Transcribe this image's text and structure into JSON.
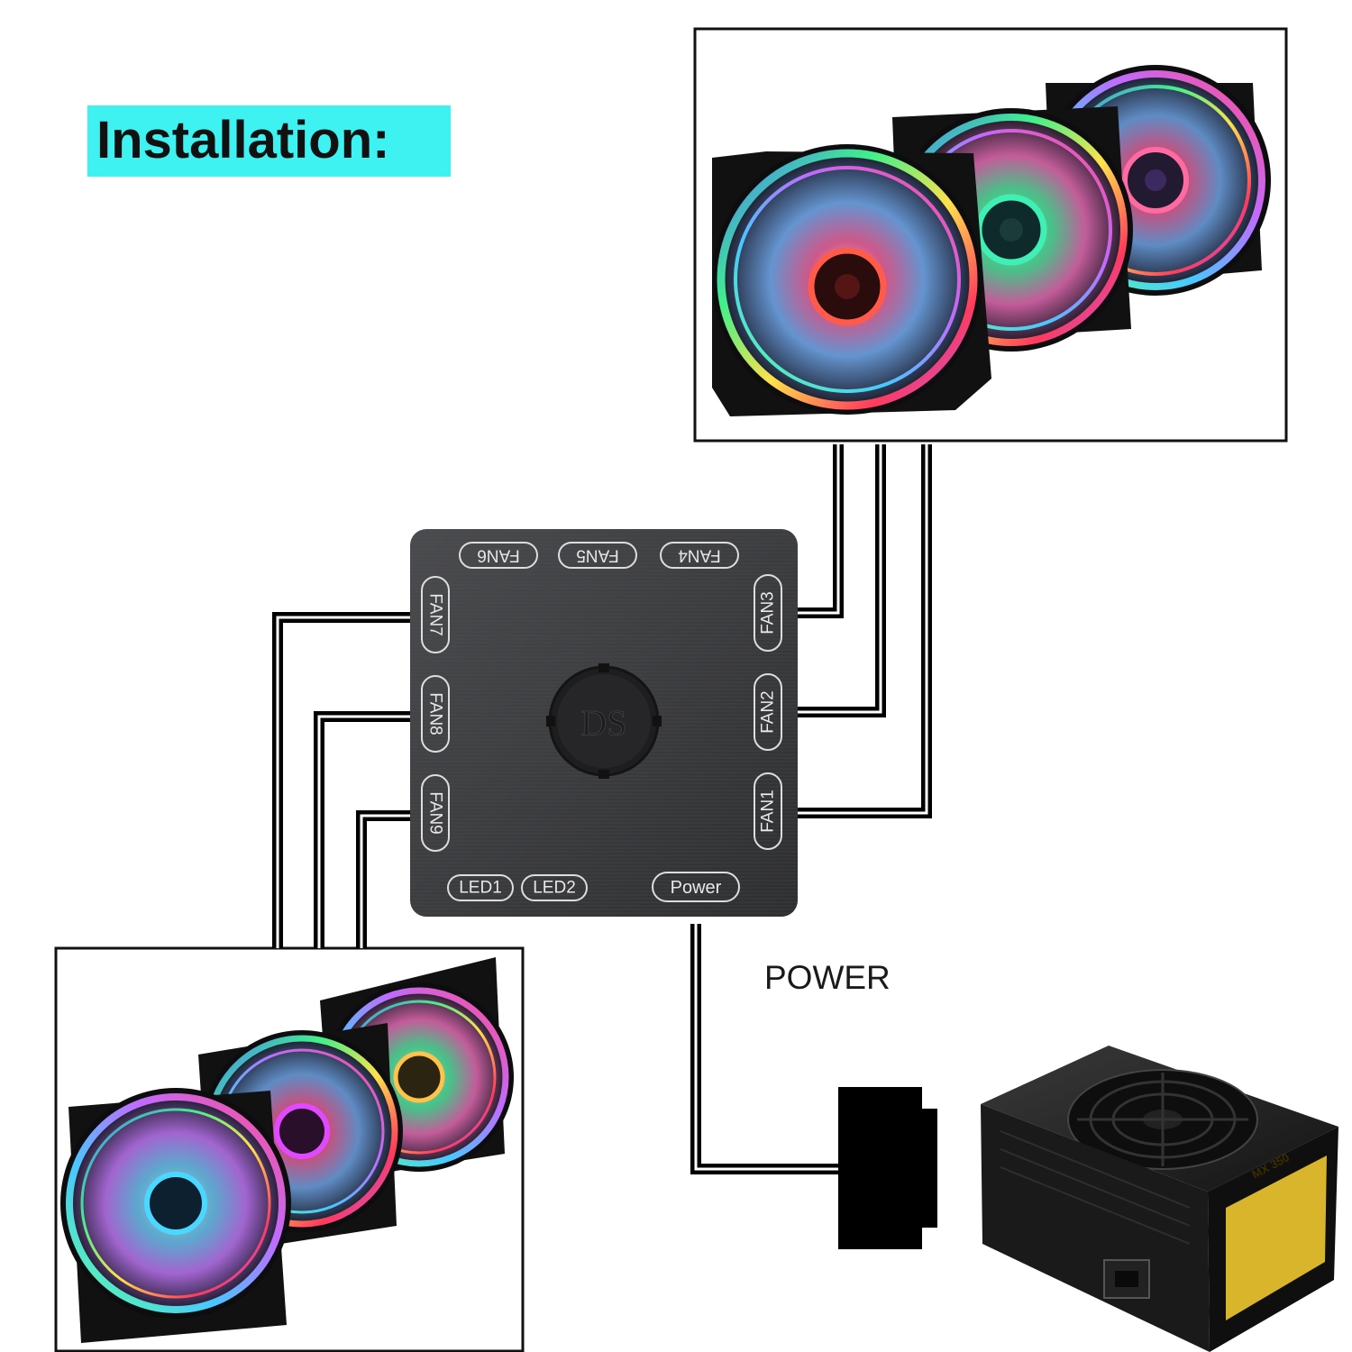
{
  "title": "Installation:",
  "hub": {
    "logo": "DS",
    "ports": {
      "fan1": "FAN1",
      "fan2": "FAN2",
      "fan3": "FAN3",
      "fan4": "FAN4",
      "fan5": "FAN5",
      "fan6": "FAN6",
      "fan7": "FAN7",
      "fan8": "FAN8",
      "fan9": "FAN9",
      "led1": "LED1",
      "led2": "LED2",
      "power": "Power"
    }
  },
  "power_caption": "POWER",
  "psu": {
    "model_label": "MX 350"
  },
  "colors": {
    "title_highlight": "#3ff2f2",
    "hub_body": "#3a3b3d",
    "cable": "#000000"
  },
  "icons": {
    "fan": "rgb-fan-icon",
    "psu": "power-supply-icon",
    "connector": "power-connector-icon"
  }
}
